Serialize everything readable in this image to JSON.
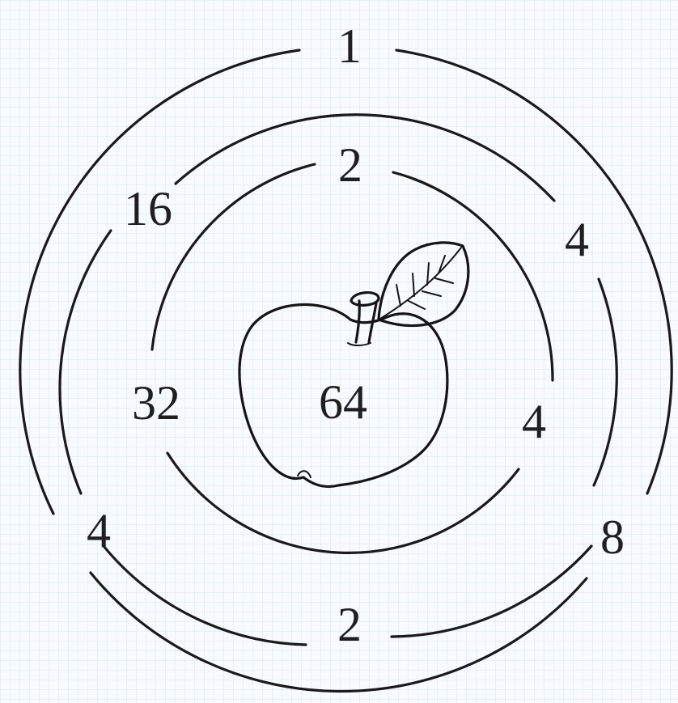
{
  "target": {
    "center_label": "64",
    "inner_ring": [
      "2",
      "4",
      "32"
    ],
    "middle_ring": [
      "16",
      "4",
      "2",
      "4"
    ],
    "outer_ring": [
      "1",
      "8"
    ],
    "center_icon": "apple-icon"
  }
}
